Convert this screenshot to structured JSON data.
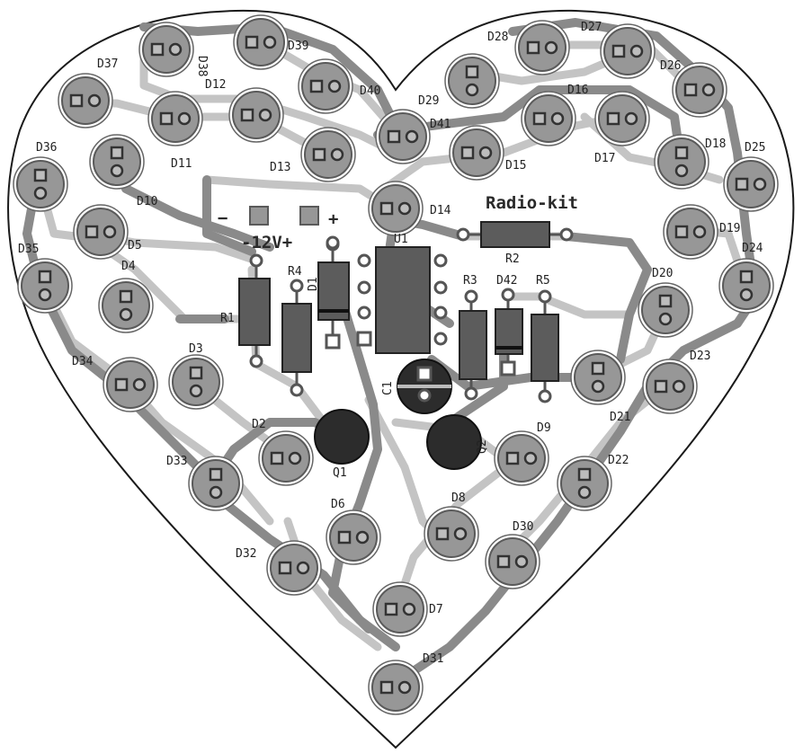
{
  "board": {
    "brand_label": "Radio-kit",
    "power_label": "-12V+",
    "minus_sign": "−",
    "plus_sign": "+"
  },
  "colors": {
    "outline": "#1a1a1a",
    "trace_dark": "#8a8a8a",
    "trace_light": "#c4c4c4",
    "pad_fill": "#979797",
    "pad_ring": "#5a5a5a",
    "component_body": "#5c5c5c",
    "transistor_body": "#2c2c2c"
  },
  "leds": [
    {
      "ref": "D2"
    },
    {
      "ref": "D3"
    },
    {
      "ref": "D4"
    },
    {
      "ref": "D5"
    },
    {
      "ref": "D6"
    },
    {
      "ref": "D7"
    },
    {
      "ref": "D8"
    },
    {
      "ref": "D9"
    },
    {
      "ref": "D10"
    },
    {
      "ref": "D11"
    },
    {
      "ref": "D12"
    },
    {
      "ref": "D13"
    },
    {
      "ref": "D14"
    },
    {
      "ref": "D15"
    },
    {
      "ref": "D16"
    },
    {
      "ref": "D17"
    },
    {
      "ref": "D18"
    },
    {
      "ref": "D19"
    },
    {
      "ref": "D20"
    },
    {
      "ref": "D21"
    },
    {
      "ref": "D22"
    },
    {
      "ref": "D23"
    },
    {
      "ref": "D24"
    },
    {
      "ref": "D25"
    },
    {
      "ref": "D26"
    },
    {
      "ref": "D27"
    },
    {
      "ref": "D28"
    },
    {
      "ref": "D29"
    },
    {
      "ref": "D30"
    },
    {
      "ref": "D31"
    },
    {
      "ref": "D32"
    },
    {
      "ref": "D33"
    },
    {
      "ref": "D34"
    },
    {
      "ref": "D35"
    },
    {
      "ref": "D36"
    },
    {
      "ref": "D37"
    },
    {
      "ref": "D38"
    },
    {
      "ref": "D39"
    },
    {
      "ref": "D40"
    },
    {
      "ref": "D41"
    }
  ],
  "components": {
    "resistors": [
      {
        "ref": "R1",
        "value": ""
      },
      {
        "ref": "R2",
        "value": ""
      },
      {
        "ref": "R3",
        "value": ""
      },
      {
        "ref": "R4",
        "value": ""
      },
      {
        "ref": "R5",
        "value": ""
      }
    ],
    "diodes": [
      {
        "ref": "D1"
      },
      {
        "ref": "D42"
      }
    ],
    "ic": {
      "ref": "U1"
    },
    "capacitor": {
      "ref": "C1"
    },
    "transistors": [
      {
        "ref": "Q1"
      },
      {
        "ref": "Q2"
      }
    ]
  }
}
